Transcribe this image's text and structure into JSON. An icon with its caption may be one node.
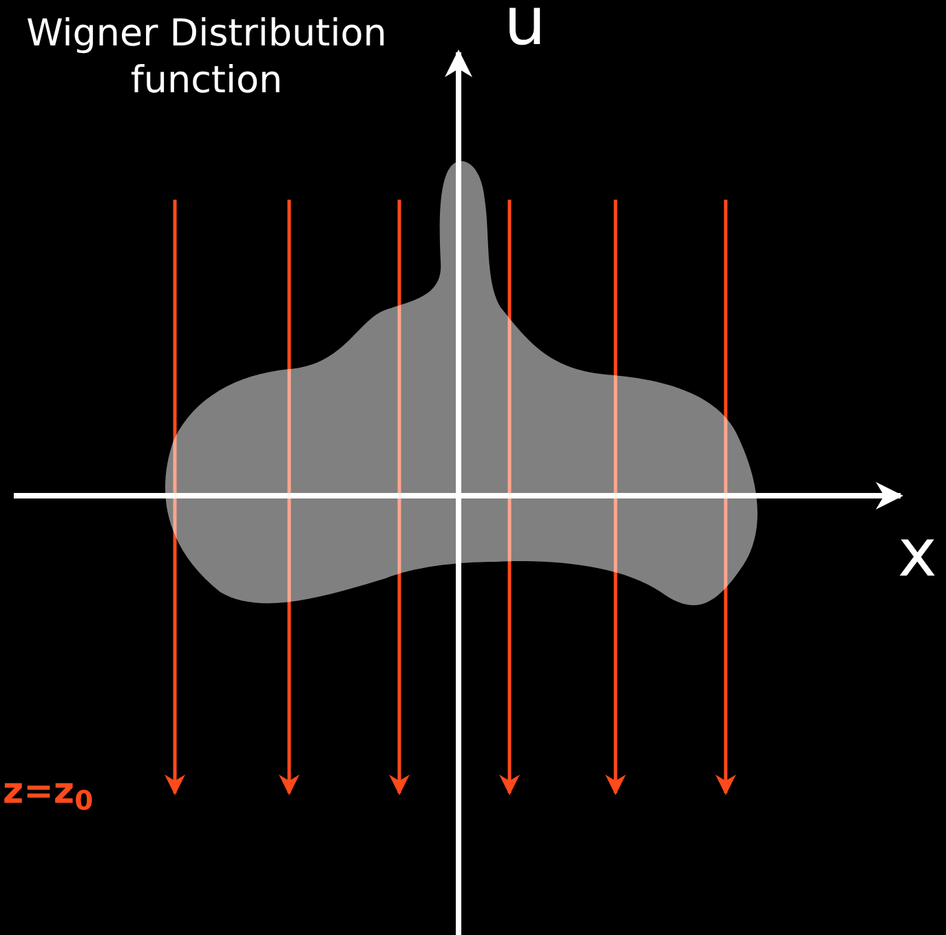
{
  "diagram": {
    "title": "Wigner Distribution function",
    "labels": [
      "u",
      "x",
      "z=z$_{0}$"
    ]
  }
}
